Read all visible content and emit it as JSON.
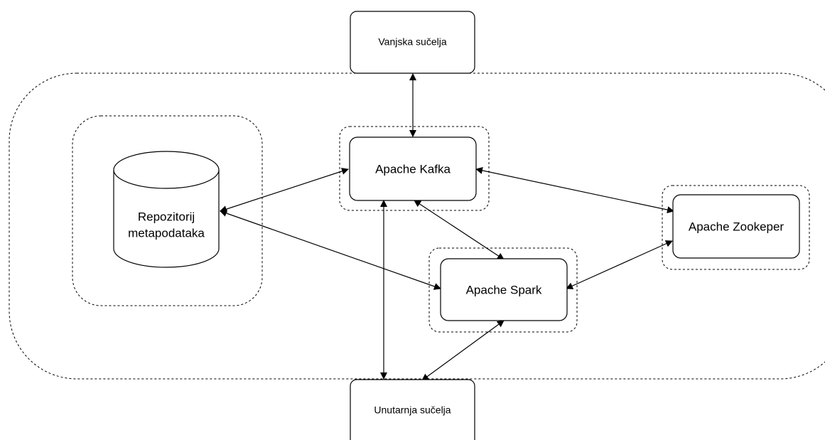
{
  "nodes": {
    "external_interfaces": "Vanjska sučelja",
    "internal_interfaces": "Unutarnja sučelja",
    "kafka": "Apache Kafka",
    "spark": "Apache Spark",
    "zookeeper": "Apache Zookeper",
    "repository_line1": "Repozitorij",
    "repository_line2": "metapodataka"
  },
  "edges": [
    {
      "from": "external_interfaces",
      "to": "kafka",
      "direction": "both"
    },
    {
      "from": "kafka",
      "to": "repository",
      "direction": "both"
    },
    {
      "from": "spark",
      "to": "repository",
      "direction": "both"
    },
    {
      "from": "kafka",
      "to": "zookeeper",
      "direction": "both"
    },
    {
      "from": "kafka",
      "to": "spark",
      "direction": "both"
    },
    {
      "from": "kafka",
      "to": "internal_interfaces",
      "direction": "both"
    },
    {
      "from": "spark",
      "to": "zookeeper",
      "direction": "both"
    },
    {
      "from": "spark",
      "to": "internal_interfaces",
      "direction": "both"
    }
  ],
  "colors": {
    "stroke": "#000000",
    "fill": "#ffffff"
  }
}
